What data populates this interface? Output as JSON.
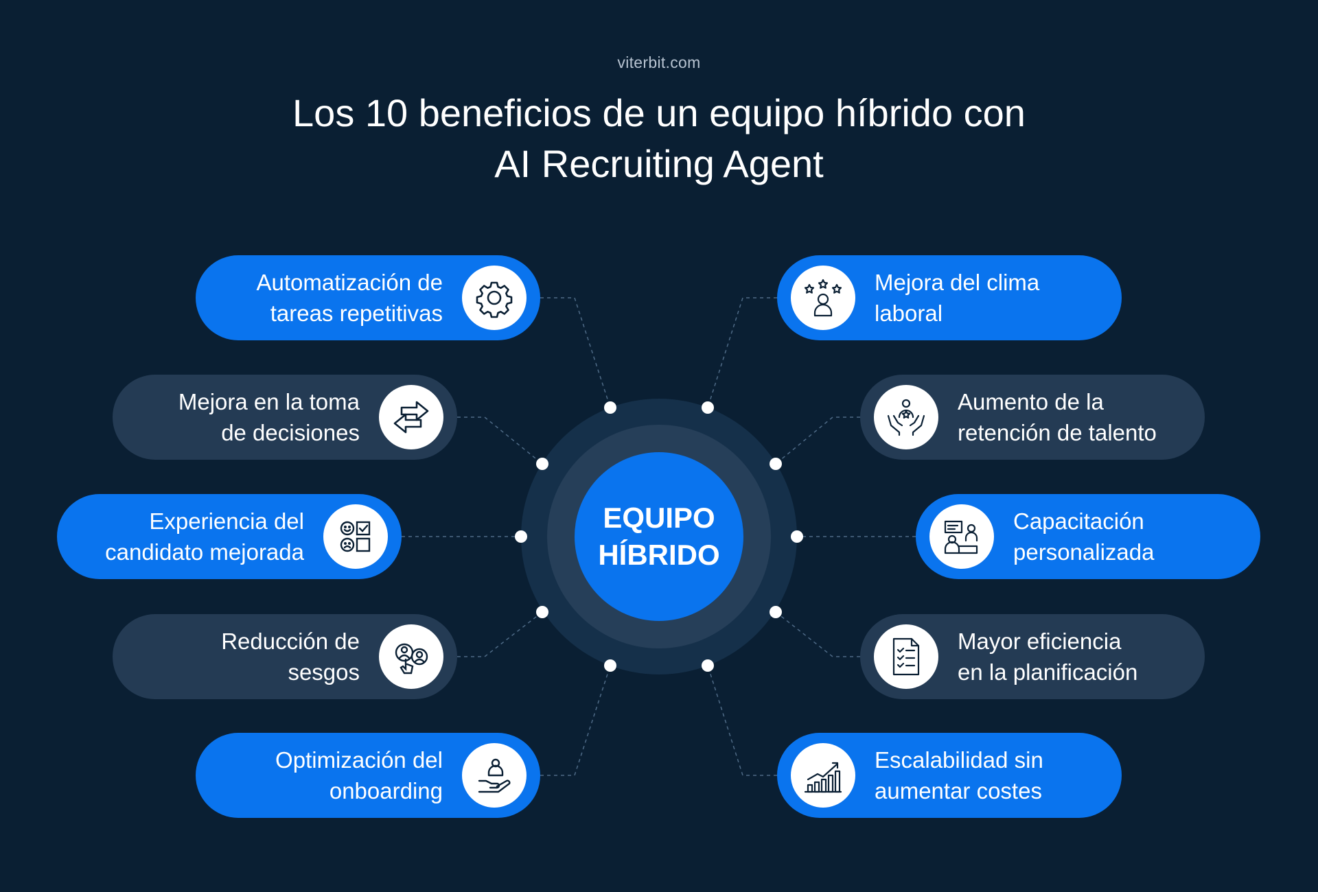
{
  "header": {
    "site": "viterbit.com",
    "title_line1": "Los 10 beneficios de un equipo híbrido con",
    "title_line2": "AI Recruiting Agent"
  },
  "center": {
    "line1": "EQUIPO",
    "line2": "HÍBRIDO"
  },
  "left_benefits": [
    {
      "line1": "Automatización de",
      "line2": "tareas repetitivas",
      "icon": "gear-icon",
      "style": "blue"
    },
    {
      "line1": "Mejora en la toma",
      "line2": "de decisiones",
      "icon": "arrows-exchange-icon",
      "style": "dark"
    },
    {
      "line1": "Experiencia del",
      "line2": "candidato mejorada",
      "icon": "feedback-grid-icon",
      "style": "blue"
    },
    {
      "line1": "Reducción de",
      "line2": "sesgos",
      "icon": "users-select-icon",
      "style": "dark"
    },
    {
      "line1": "Optimización del",
      "line2": "onboarding",
      "icon": "hand-person-icon",
      "style": "blue"
    }
  ],
  "right_benefits": [
    {
      "line1": "Mejora del clima",
      "line2": "laboral",
      "icon": "person-stars-icon",
      "style": "blue"
    },
    {
      "line1": "Aumento de la",
      "line2": "retención de talento",
      "icon": "hands-person-star-icon",
      "style": "dark"
    },
    {
      "line1": "Capacitación",
      "line2": "personalizada",
      "icon": "training-board-icon",
      "style": "blue"
    },
    {
      "line1": "Mayor eficiencia",
      "line2": "en la planificación",
      "icon": "checklist-icon",
      "style": "dark"
    },
    {
      "line1": "Escalabilidad sin",
      "line2": "aumentar costes",
      "icon": "growth-chart-icon",
      "style": "blue"
    }
  ],
  "colors": {
    "background": "#0a1f33",
    "accent_blue": "#0a74ee",
    "dark_pill": "#243b54",
    "ring_outer": "#15304a",
    "ring_inner": "#263f59"
  }
}
